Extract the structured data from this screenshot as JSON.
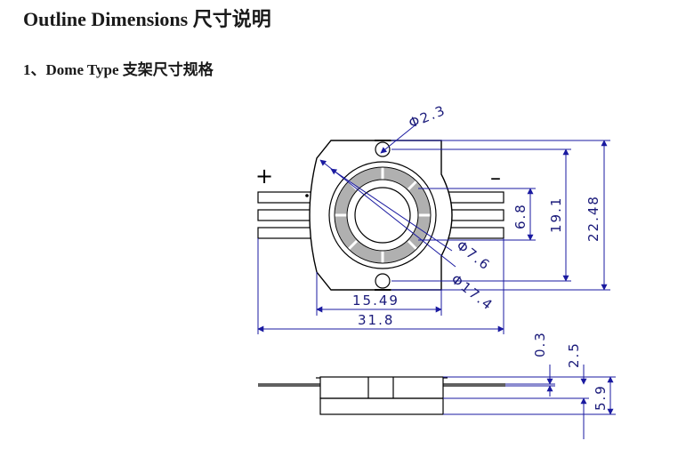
{
  "page": {
    "title": "Outline Dimensions 尺寸说明",
    "section_title": "1、Dome Type  支架尺寸规格"
  },
  "drawing": {
    "polarity_plus": "+",
    "polarity_minus": "–",
    "colors": {
      "dimension_line": "#1a1aa0",
      "outline": "#000000",
      "ring": "#b0b0b0"
    },
    "top_view_dimensions": {
      "hole_diameter": "Φ2.3",
      "lens_inner_diameter": "Φ7.6",
      "body_diameter": "Φ17.4",
      "ring_height": "6.8",
      "hole_pitch": "19.1",
      "overall_height": "22.48",
      "body_width": "15.49",
      "overall_width": "31.8"
    },
    "side_view_dimensions": {
      "lead_thickness": "0.3",
      "lead_offset": "2.5",
      "overall_thickness": "5.9"
    }
  }
}
